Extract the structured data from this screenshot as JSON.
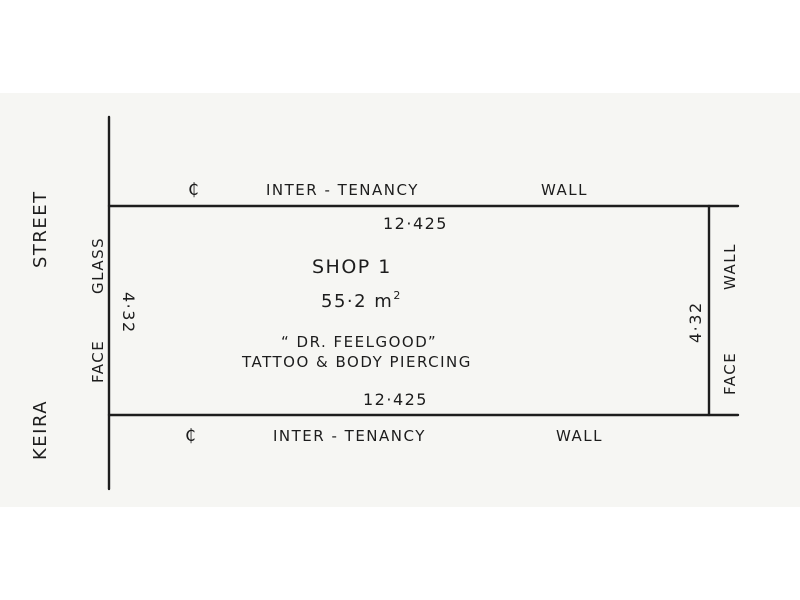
{
  "plan": {
    "street": {
      "name": "KEIRA",
      "type": "STREET"
    },
    "left_face": {
      "word1": "FACE",
      "word2": "GLASS"
    },
    "right_face": {
      "word1": "FACE",
      "word2": "WALL"
    },
    "top_boundary": {
      "symbol": "₵",
      "text": "INTER - TENANCY",
      "wall": "WALL"
    },
    "bottom_boundary": {
      "symbol": "₵",
      "text": "INTER - TENANCY",
      "wall": "WALL"
    },
    "dimensions": {
      "top_length": "12·425",
      "bottom_length": "12·425",
      "left_depth": "4·32",
      "right_depth": "4·32"
    },
    "shop": {
      "title": "SHOP 1",
      "area_value": "55·2 m",
      "area_sup": "2",
      "tenant_name": "“ DR. FEELGOOD”",
      "tenant_desc": "TATTOO & BODY PIERCING"
    }
  }
}
